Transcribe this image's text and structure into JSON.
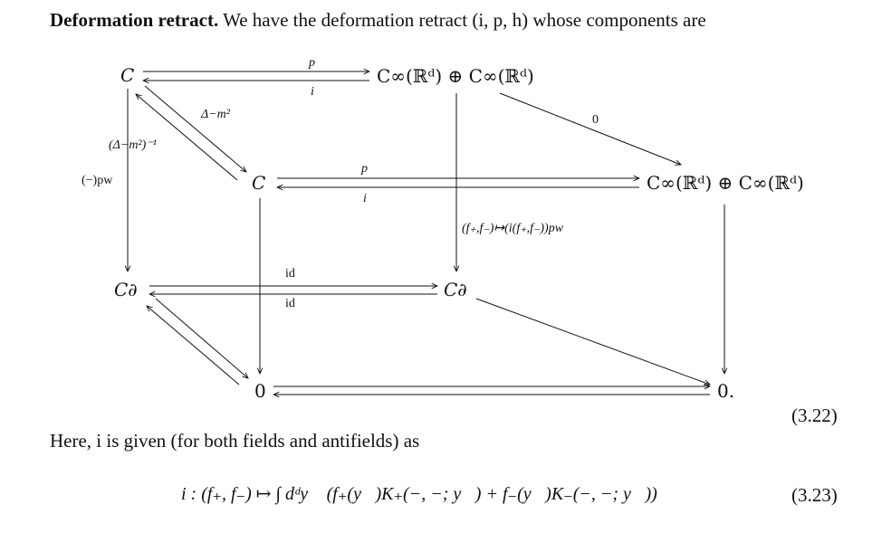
{
  "heading": {
    "bold": "Deformation retract.",
    "rest": "We have the deformation retract (i, p, h) whose components are"
  },
  "diagram": {
    "nodes": {
      "C_top": "C",
      "Cinf_top": "C∞(ℝᵈ) ⊕ C∞(ℝᵈ)",
      "C_mid": "C",
      "Cinf_right": "C∞(ℝᵈ) ⊕ C∞(ℝᵈ)",
      "Cd_left": "C∂",
      "Cd_mid": "C∂",
      "zero_bottom": "0",
      "zero_right": "0."
    },
    "labels": {
      "p_top": "p",
      "i_top": "i",
      "delta_m2": "Δ−m²",
      "inv_delta": "(Δ−m²)⁻¹",
      "pw_left": "(−)pw",
      "zero_diag": "0",
      "p_mid": "p",
      "i_mid": "i",
      "fmap": "(f₊,f₋)↦(i(f₊,f₋))pw",
      "id_top": "id",
      "id_bottom": "id"
    }
  },
  "equations": {
    "eq_322_number": "(3.22)",
    "here_text": "Here, i is given (for both fields and antifields) as",
    "eq_323": "i : (f₊, f₋) ↦ ∫ dᵈy⃗ (f₊(y⃗)K₊(−, −; y⃗) + f₋(y⃗)K₋(−, −; y⃗))",
    "eq_323_number": "(3.23)"
  }
}
